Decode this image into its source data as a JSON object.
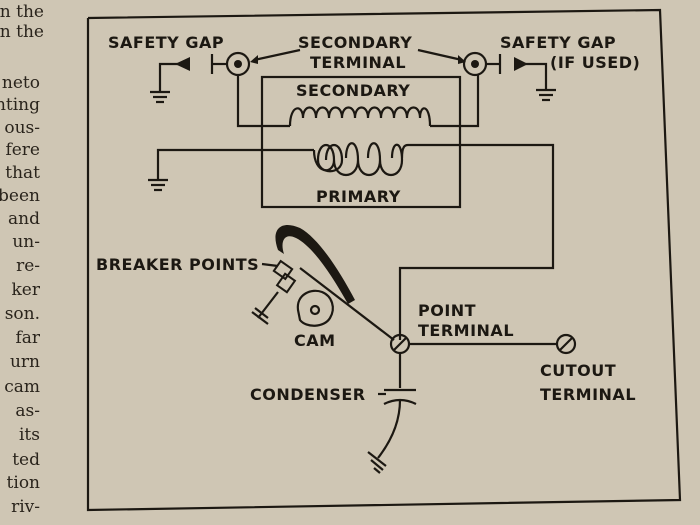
{
  "page_text": {
    "lines": [
      "n the",
      "n the",
      "",
      "neto",
      "nting",
      "ous-",
      "fere",
      "that",
      "been",
      "and",
      "un-",
      "re-",
      "ker",
      "son.",
      "far",
      "urn",
      "cam",
      "as-",
      "its",
      "ted",
      "tion",
      "riv-"
    ]
  },
  "diagram": {
    "labels": {
      "safety_gap_left": "SAFETY GAP",
      "secondary_terminal_line1": "SECONDARY",
      "secondary_terminal_line2": "TERMINAL",
      "safety_gap_right": "SAFETY GAP",
      "if_used": "(IF USED)",
      "secondary_coil": "SECONDARY",
      "primary_coil": "PRIMARY",
      "breaker_points": "BREAKER POINTS",
      "cam": "CAM",
      "point_terminal_line1": "POINT",
      "point_terminal_line2": "TERMINAL",
      "condenser": "CONDENSER",
      "cutout_terminal_line1": "CUTOUT",
      "cutout_terminal_line2": "TERMINAL"
    }
  },
  "colors": {
    "paper": "#cfc6b4",
    "ink": "#1c1812"
  }
}
